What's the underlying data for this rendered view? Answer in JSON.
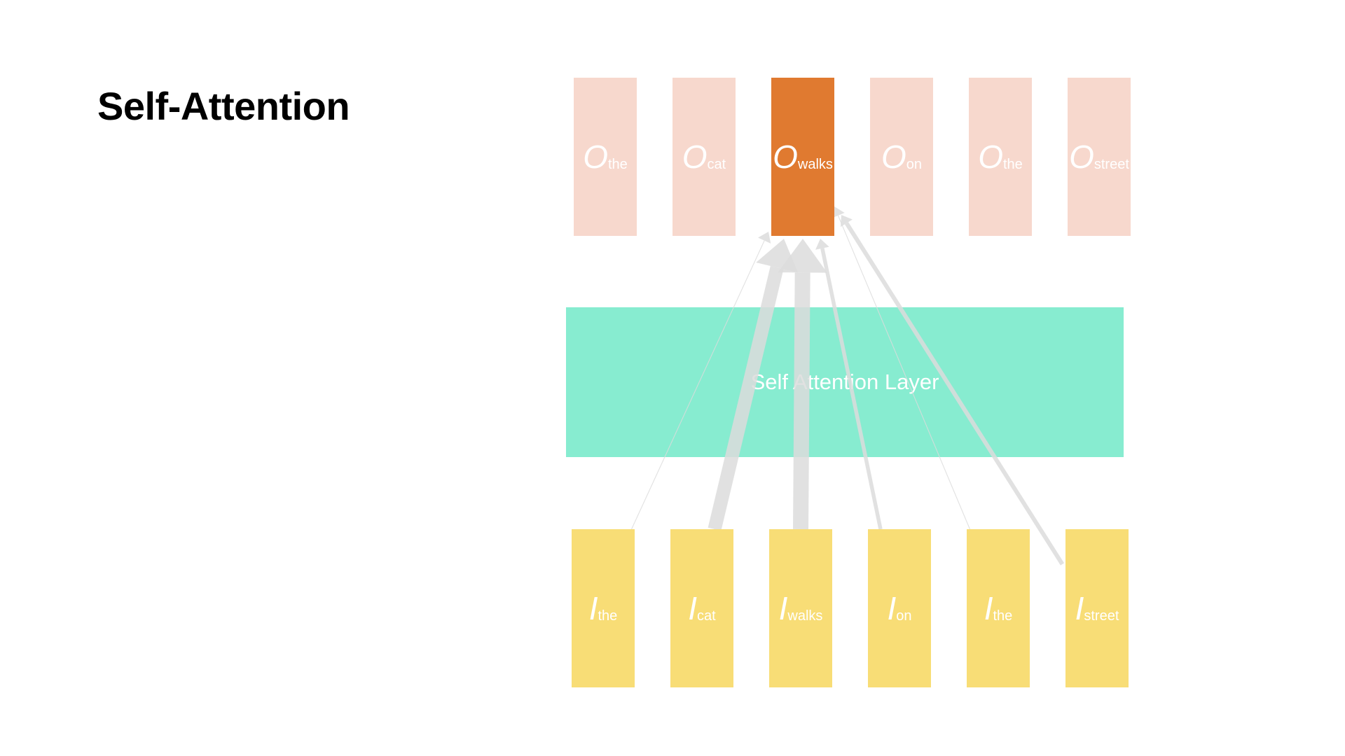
{
  "slide": {
    "title": "Self-Attention"
  },
  "layer": {
    "label": "Self Attention Layer",
    "color": "#87ECD0"
  },
  "colors": {
    "output_faded": "#F7D8CD",
    "output_active": "#E07A30",
    "input": "#F8DD76",
    "arrow": "#DCDCDC",
    "text": "#FFFFFF"
  },
  "outputs": [
    {
      "symbol": "O",
      "word": "the",
      "active": false
    },
    {
      "symbol": "O",
      "word": "cat",
      "active": false
    },
    {
      "symbol": "O",
      "word": "walks",
      "active": true
    },
    {
      "symbol": "O",
      "word": "on",
      "active": false
    },
    {
      "symbol": "O",
      "word": "the",
      "active": false
    },
    {
      "symbol": "O",
      "word": "street",
      "active": false
    }
  ],
  "inputs": [
    {
      "symbol": "I",
      "word": "the"
    },
    {
      "symbol": "I",
      "word": "cat"
    },
    {
      "symbol": "I",
      "word": "walks"
    },
    {
      "symbol": "I",
      "word": "on"
    },
    {
      "symbol": "I",
      "word": "the"
    },
    {
      "symbol": "I",
      "word": "street"
    }
  ],
  "attention": {
    "target": "walks",
    "weights": [
      0.02,
      0.35,
      0.4,
      0.1,
      0.02,
      0.11
    ]
  }
}
